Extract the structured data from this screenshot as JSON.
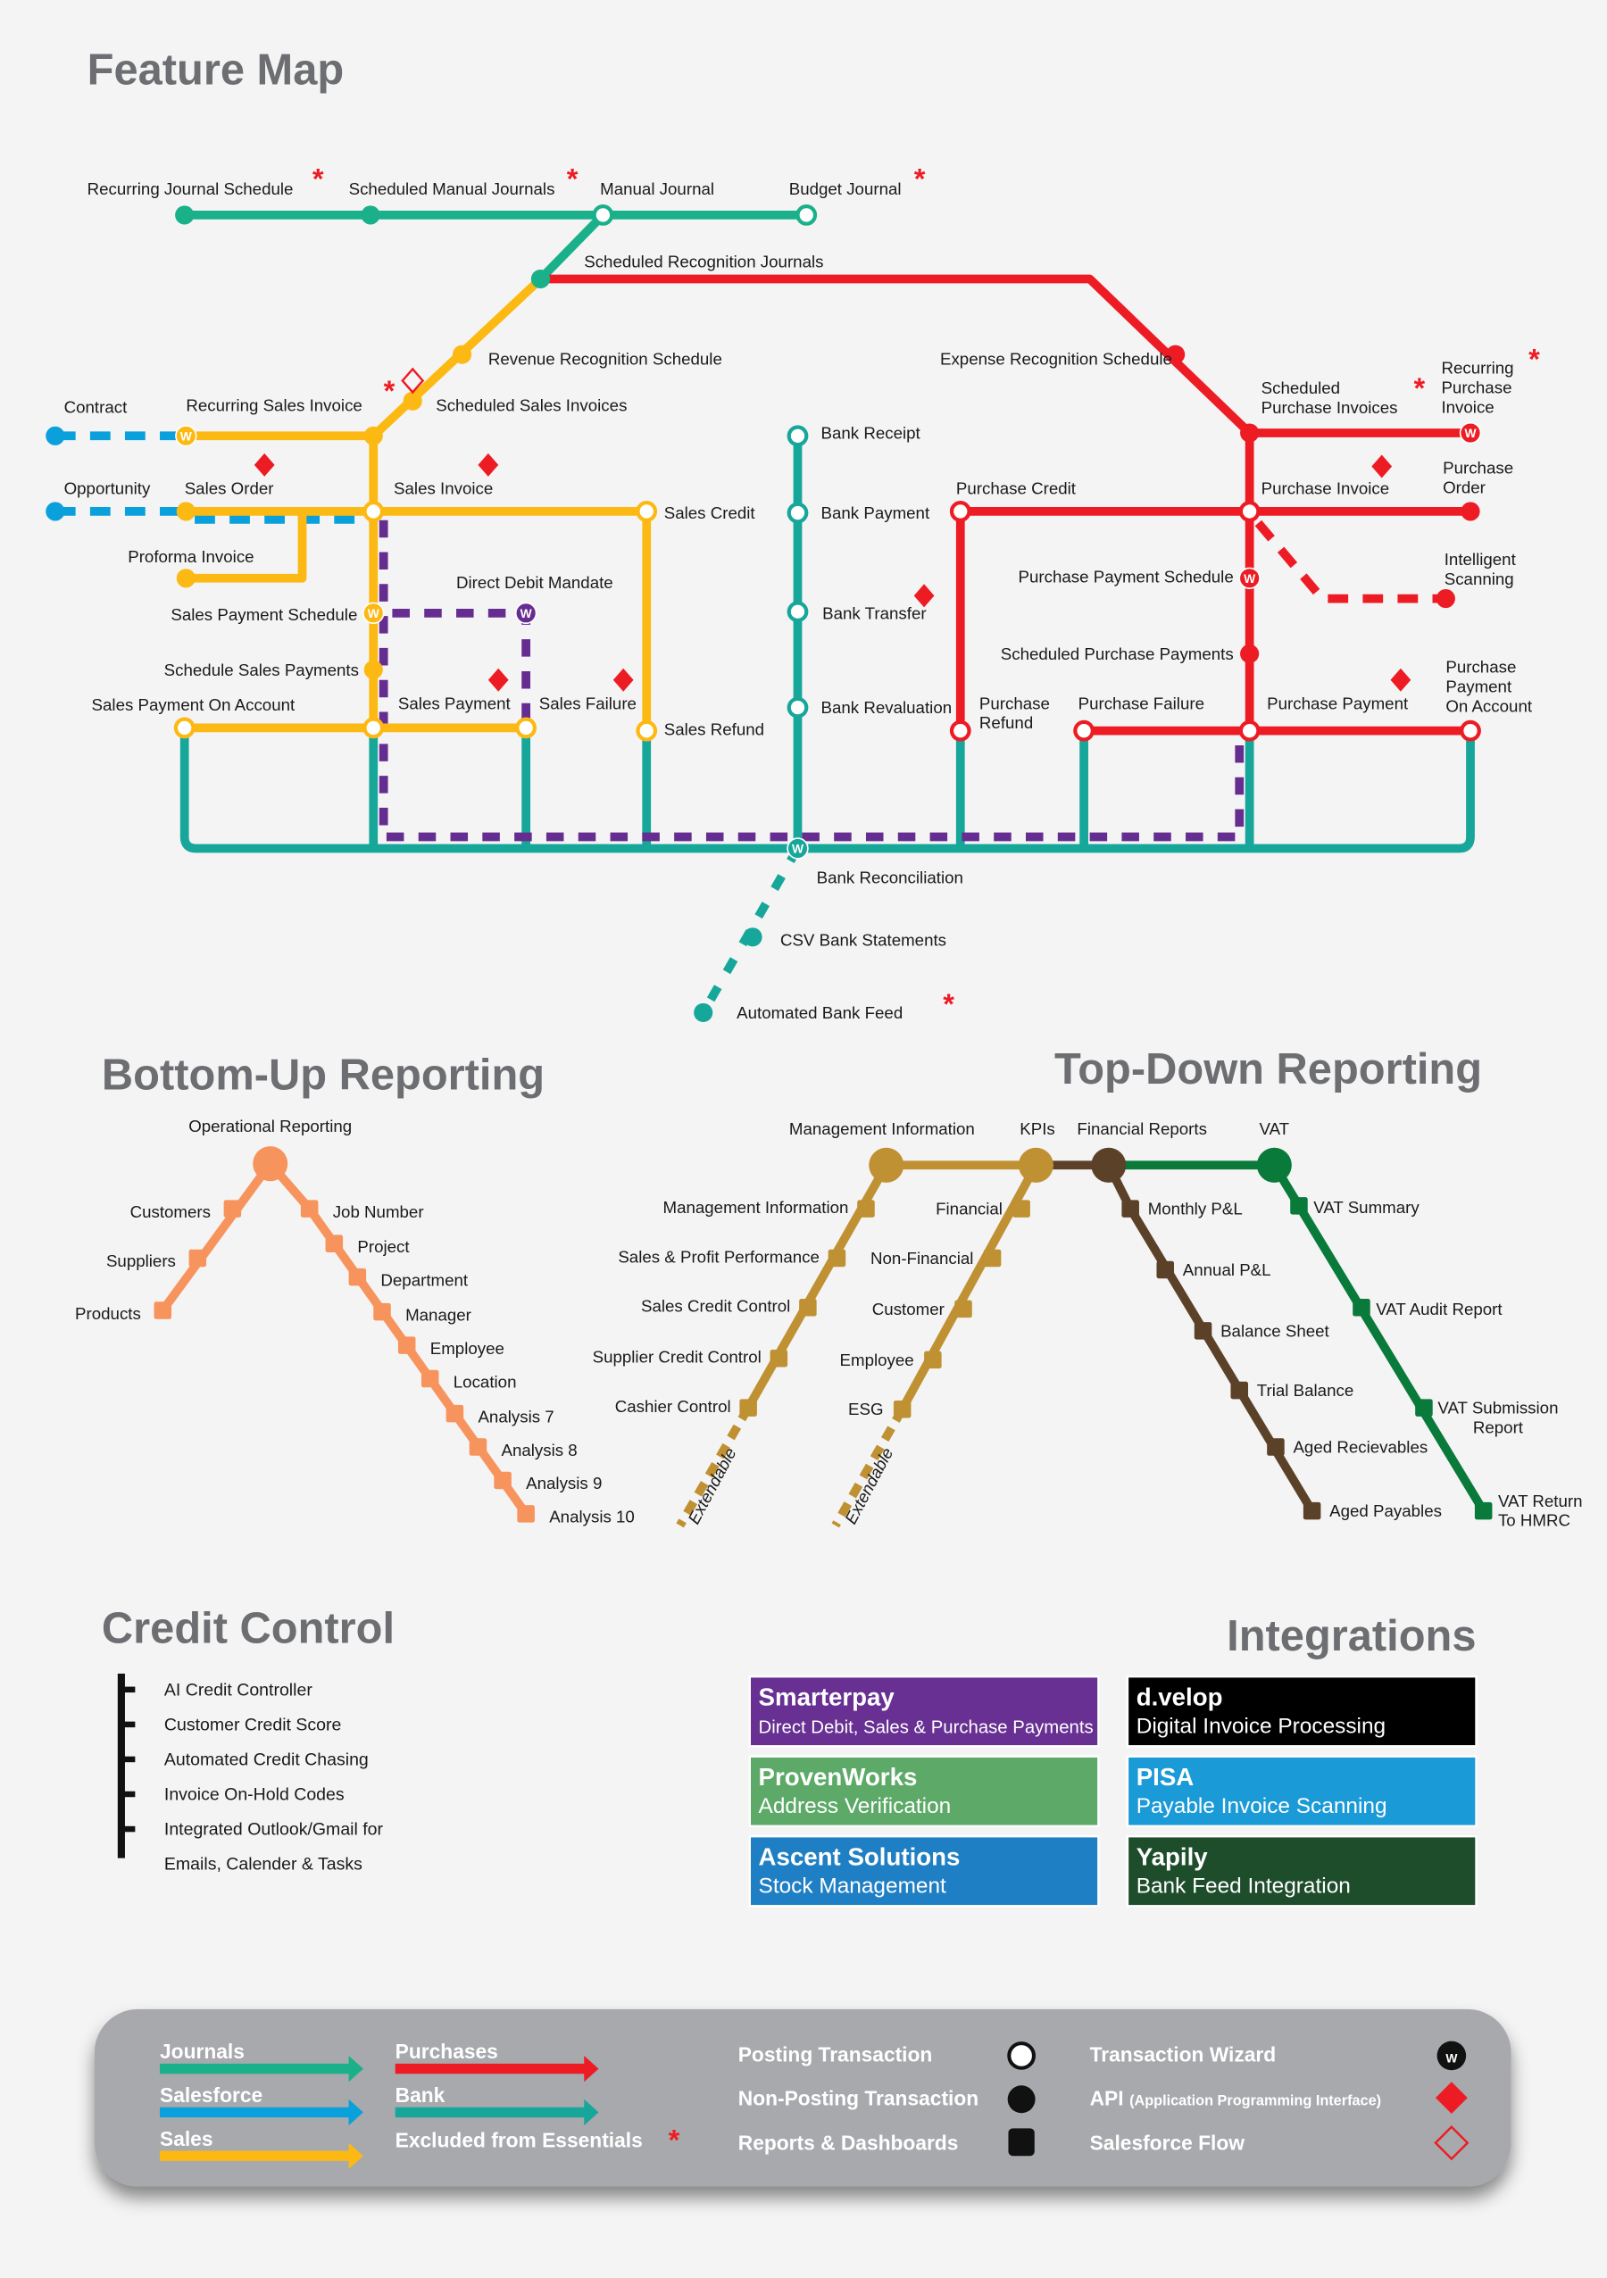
{
  "titles": {
    "feature_map": "Feature Map",
    "bottom_up": "Bottom-Up Reporting",
    "top_down": "Top-Down Reporting",
    "credit_control": "Credit Control",
    "integrations": "Integrations"
  },
  "symbols": {
    "wizard": "W",
    "excluded_star": "*",
    "extendable": "Extendable"
  },
  "colors": {
    "journals": "#19b08a",
    "purchases": "#ed1c24",
    "sales": "#fdb913",
    "salesforce": "#0aa0dc",
    "bank": "#17a79a",
    "direct_debit": "#662d91",
    "operational": "#f7945d",
    "management": "#bf9132",
    "financial": "#5c4129",
    "vat": "#0a7a3b"
  },
  "map": {
    "stations": [
      "Recurring Journal Schedule",
      "Scheduled Manual Journals",
      "Manual Journal",
      "Budget Journal",
      "Scheduled Recognition Journals",
      "Revenue Recognition Schedule",
      "Scheduled Sales Invoices",
      "Recurring Sales Invoice",
      "Contract",
      "Opportunity",
      "Sales Order",
      "Sales Invoice",
      "Sales Credit",
      "Proforma Invoice",
      "Direct Debit Mandate",
      "Sales Payment Schedule",
      "Schedule Sales Payments",
      "Sales Payment On Account",
      "Sales Payment",
      "Sales Failure",
      "Sales Refund",
      "Bank Receipt",
      "Bank Payment",
      "Bank Transfer",
      "Bank Revaluation",
      "Bank Reconciliation",
      "CSV Bank Statements",
      "Automated Bank Feed",
      "Expense Recognition Schedule",
      "Scheduled\nPurchase Invoices",
      "Recurring\nPurchase\nInvoice",
      "Purchase Credit",
      "Purchase Invoice",
      "Purchase\nOrder",
      "Intelligent\nScanning",
      "Purchase Payment Schedule",
      "Scheduled Purchase Payments",
      "Purchase\nRefund",
      "Purchase Failure",
      "Purchase Payment",
      "Purchase\nPayment\nOn Account"
    ]
  },
  "bottom_up": {
    "root": "Operational Reporting",
    "left": [
      "Customers",
      "Suppliers",
      "Products"
    ],
    "right": [
      "Job Number",
      "Project",
      "Department",
      "Manager",
      "Employee",
      "Location",
      "Analysis 7",
      "Analysis 8",
      "Analysis 9",
      "Analysis 10"
    ]
  },
  "top_down": {
    "hubs": [
      "Management Information",
      "KPIs",
      "Financial Reports",
      "VAT"
    ],
    "management": [
      "Management Information",
      "Sales & Profit Performance",
      "Sales Credit Control",
      "Supplier Credit Control",
      "Cashier Control"
    ],
    "kpis": [
      "Financial",
      "Non-Financial",
      "Customer",
      "Employee",
      "ESG"
    ],
    "financial": [
      "Monthly P&L",
      "Annual P&L",
      "Balance Sheet",
      "Trial Balance",
      "Aged Recievables",
      "Aged Payables"
    ],
    "vat": [
      "VAT Summary",
      "VAT Audit Report",
      "VAT Submission\nReport",
      "VAT Return\nTo HMRC"
    ]
  },
  "credit_control": {
    "items": [
      "AI Credit Controller",
      "Customer Credit Score",
      "Automated Credit Chasing",
      "Invoice On-Hold Codes",
      "Integrated Outlook/Gmail for",
      "Emails, Calender & Tasks"
    ]
  },
  "integrations": [
    {
      "name": "Smarterpay",
      "desc": "Direct Debit, Sales & Purchase Payments",
      "color": "#673092"
    },
    {
      "name": "d.velop",
      "desc": "Digital Invoice Processing",
      "color": "#000000"
    },
    {
      "name": "ProvenWorks",
      "desc": "Address Verification",
      "color": "#5daa68"
    },
    {
      "name": "PISA",
      "desc": "Payable Invoice Scanning",
      "color": "#1a9ad7"
    },
    {
      "name": "Ascent Solutions",
      "desc": "Stock Management",
      "color": "#1f7fc4"
    },
    {
      "name": "Yapily",
      "desc": "Bank Feed Integration",
      "color": "#1e4d2b"
    }
  ],
  "legend": {
    "lines": [
      "Journals",
      "Salesforce",
      "Sales",
      "Purchases",
      "Bank"
    ],
    "excluded": "Excluded from Essentials",
    "posting": "Posting Transaction",
    "non_posting": "Non-Posting Transaction",
    "reports": "Reports & Dashboards",
    "wizard": "Transaction Wizard",
    "api": "API",
    "api_full": "(Application Programming Interface)",
    "salesforce_flow": "Salesforce Flow"
  }
}
